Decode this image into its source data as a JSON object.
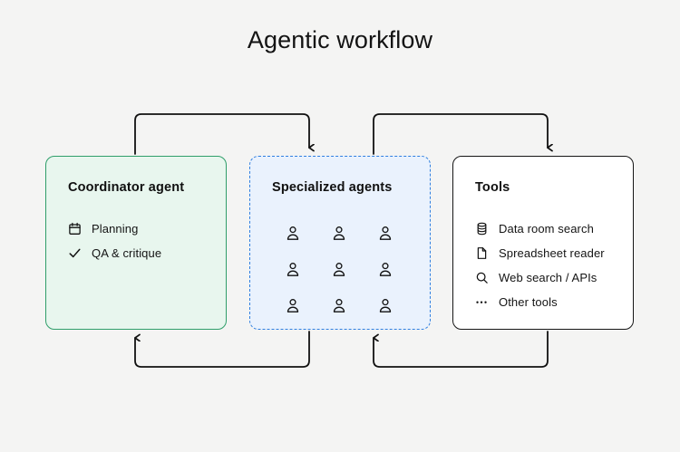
{
  "page": {
    "title": "Agentic workflow",
    "background_color": "#f4f4f3",
    "text_color": "#101010"
  },
  "boxes": {
    "coordinator": {
      "title": "Coordinator agent",
      "fill_color": "#e8f6ee",
      "border_color": "#2f9e6a",
      "items": [
        {
          "icon": "calendar-icon",
          "label": "Planning"
        },
        {
          "icon": "check-icon",
          "label": "QA & critique"
        }
      ]
    },
    "specialized": {
      "title": "Specialized agents",
      "fill_color": "#eaf2fd",
      "border_color": "#2f7fe0",
      "border_style": "dashed",
      "agent_icon": "person-icon",
      "agent_count": 9,
      "grid_rows": 3,
      "grid_cols": 3
    },
    "tools": {
      "title": "Tools",
      "fill_color": "#ffffff",
      "border_color": "#161616",
      "items": [
        {
          "icon": "database-icon",
          "label": "Data room search"
        },
        {
          "icon": "document-icon",
          "label": "Spreadsheet reader"
        },
        {
          "icon": "search-icon",
          "label": "Web search / APIs"
        },
        {
          "icon": "ellipsis-icon",
          "label": "Other tools"
        }
      ]
    }
  },
  "arrows": {
    "color": "#111111",
    "connections": [
      {
        "name": "coordinator-to-specialized",
        "from": "coordinator",
        "to": "specialized",
        "route": "top"
      },
      {
        "name": "specialized-to-tools",
        "from": "specialized",
        "to": "tools",
        "route": "top"
      },
      {
        "name": "specialized-to-coordinator",
        "from": "specialized",
        "to": "coordinator",
        "route": "bottom"
      },
      {
        "name": "tools-to-specialized",
        "from": "tools",
        "to": "specialized",
        "route": "bottom"
      }
    ]
  }
}
